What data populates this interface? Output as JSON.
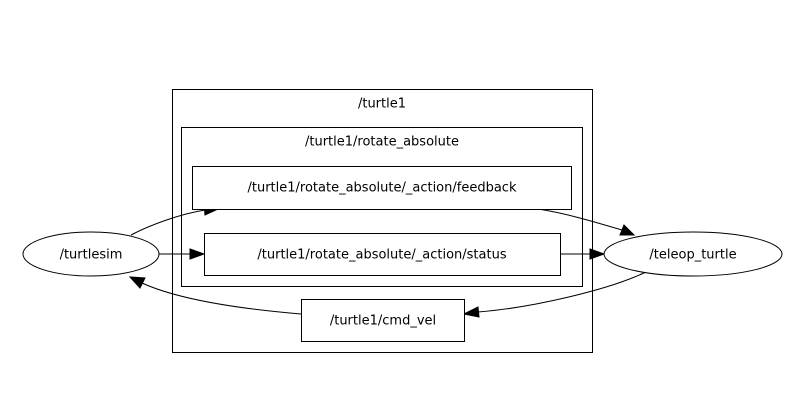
{
  "namespaces": {
    "outer": "/turtle1",
    "inner": "/turtle1/rotate_absolute"
  },
  "nodes": {
    "turtlesim": "/turtlesim",
    "teleop_turtle": "/teleop_turtle"
  },
  "topics": {
    "feedback": "/turtle1/rotate_absolute/_action/feedback",
    "status": "/turtle1/rotate_absolute/_action/status",
    "cmd_vel": "/turtle1/cmd_vel"
  }
}
